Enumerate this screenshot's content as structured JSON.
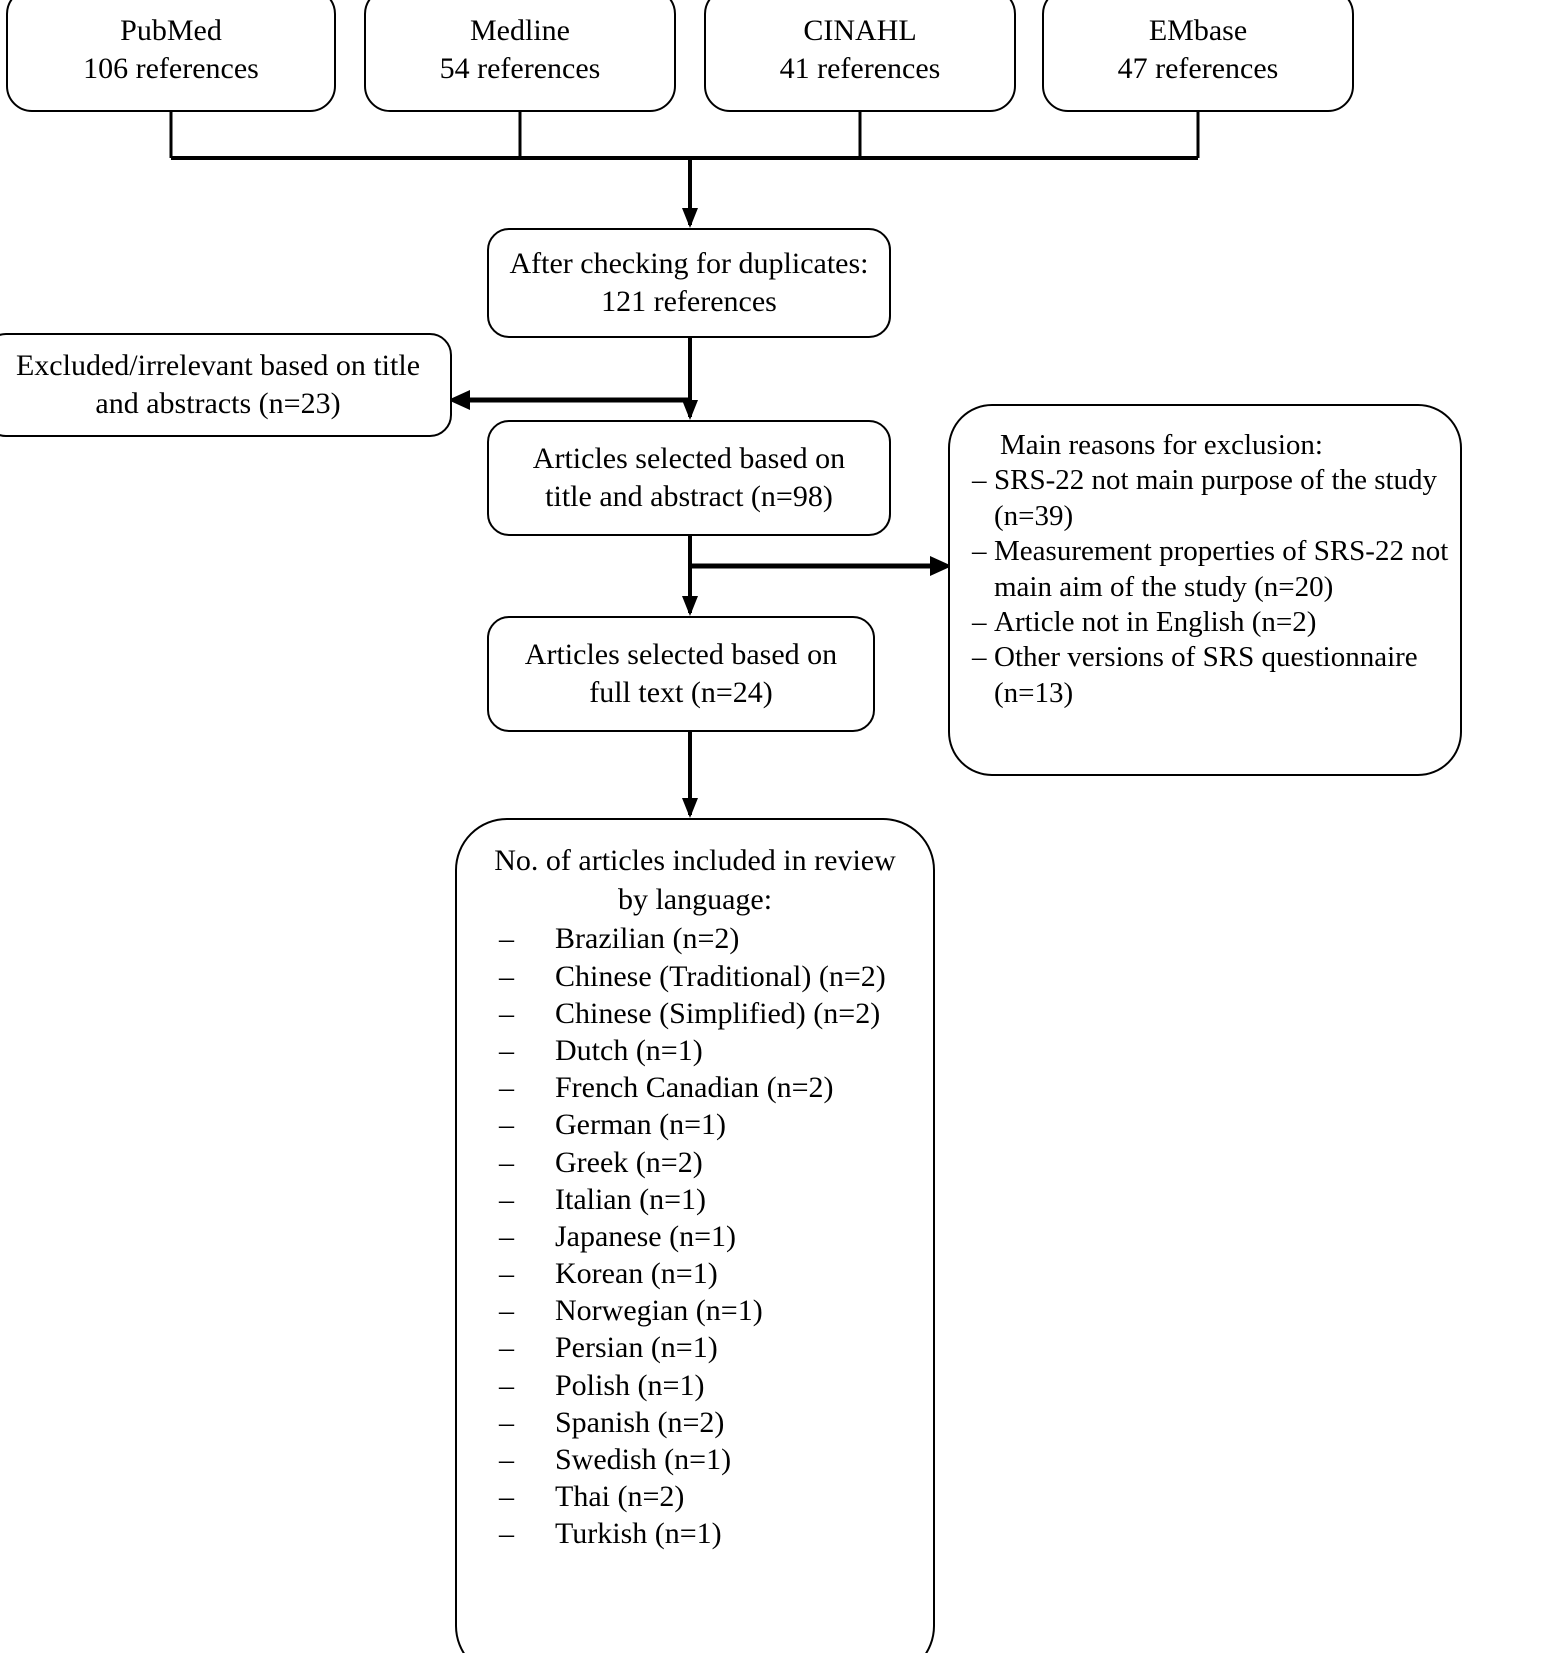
{
  "diagram": {
    "type": "prisma-flow-diagram",
    "sources": [
      {
        "name": "PubMed",
        "count_label": "106 references"
      },
      {
        "name": "Medline",
        "count_label": "54 references"
      },
      {
        "name": "CINAHL",
        "count_label": "41 references"
      },
      {
        "name": "EMbase",
        "count_label": "47 references"
      }
    ],
    "duplicates": {
      "line1": "After checking for duplicates:",
      "line2": "121 references"
    },
    "excluded_title_abstract": {
      "line1": "Excluded/irrelevant based on title",
      "line2": "and abstracts (n=23)"
    },
    "selected_title_abstract": {
      "line1": "Articles selected based on",
      "line2": "title and abstract (n=98)"
    },
    "selected_full_text": {
      "line1": "Articles selected based on",
      "line2": "full text (n=24)"
    },
    "reasons": {
      "heading": "Main reasons for exclusion:",
      "dash": "–",
      "items": [
        "SRS-22  not main purpose of the study (n=39)",
        "Measurement properties of SRS-22 not main aim of the study (n=20)",
        "Article not in English (n=2)",
        "Other versions of SRS questionnaire (n=13)"
      ]
    },
    "languages": {
      "title_line1": "No. of articles included in review",
      "title_line2": "by language:",
      "dash": "–",
      "items": [
        "Brazilian (n=2)",
        "Chinese (Traditional) (n=2)",
        "Chinese (Simplified) (n=2)",
        "Dutch (n=1)",
        "French Canadian (n=2)",
        "German (n=1)",
        "Greek (n=2)",
        "Italian (n=1)",
        "Japanese (n=1)",
        "Korean (n=1)",
        "Norwegian (n=1)",
        "Persian (n=1)",
        "Polish (n=1)",
        "Spanish (n=2)",
        "Swedish (n=1)",
        "Thai (n=2)",
        "Turkish (n=1)"
      ]
    },
    "colors": {
      "stroke": "#000000",
      "background": "#ffffff",
      "text": "#000000"
    }
  }
}
